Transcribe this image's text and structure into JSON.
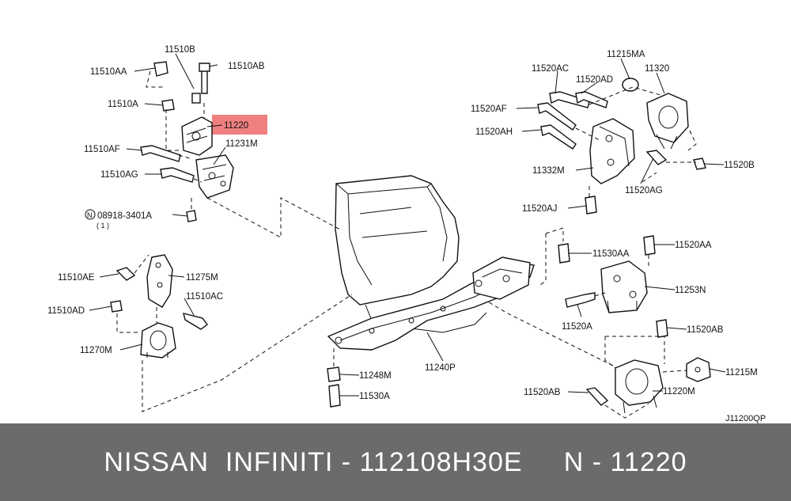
{
  "highlight_color": "#f08080",
  "labels": {
    "p11510B": "11510B",
    "p11510AA": "11510AA",
    "p11510AB": "11510AB",
    "p11510A": "11510A",
    "p11220_hl": "11220",
    "p11510AF": "11510AF",
    "p11231M": "11231M",
    "p11510AG": "11510AG",
    "p08918_circle": "N",
    "p08918": "08918-3401A",
    "p08918_qty": "( 1 )",
    "p11520AC": "11520AC",
    "p11215MA": "11215MA",
    "p11520AD": "11520AD",
    "p11320": "11320",
    "p11520AF": "11520AF",
    "p11520AH": "11520AH",
    "p11332M": "11332M",
    "p11520B": "11520B",
    "p11520AG": "11520AG",
    "p11520AJ": "11520AJ",
    "p11510AE": "11510AE",
    "p11275M": "11275M",
    "p11510AC": "11510AC",
    "p11510AD": "11510AD",
    "p11270M": "11270M",
    "p11530AA": "11530AA",
    "p11520AA": "11520AA",
    "p11253N": "11253N",
    "p11520A": "11520A",
    "p11520AB_top": "11520AB",
    "p11215M": "11215M",
    "p11520AB_bottom": "11520AB",
    "p11220M": "11220M",
    "p11248M": "11248M",
    "p11240P": "11240P",
    "p11530A": "11530A",
    "diagram_code": "J11200QP"
  },
  "footer": {
    "text": "NISSAN  INFINITI - 112108H30E     N - 11220"
  }
}
